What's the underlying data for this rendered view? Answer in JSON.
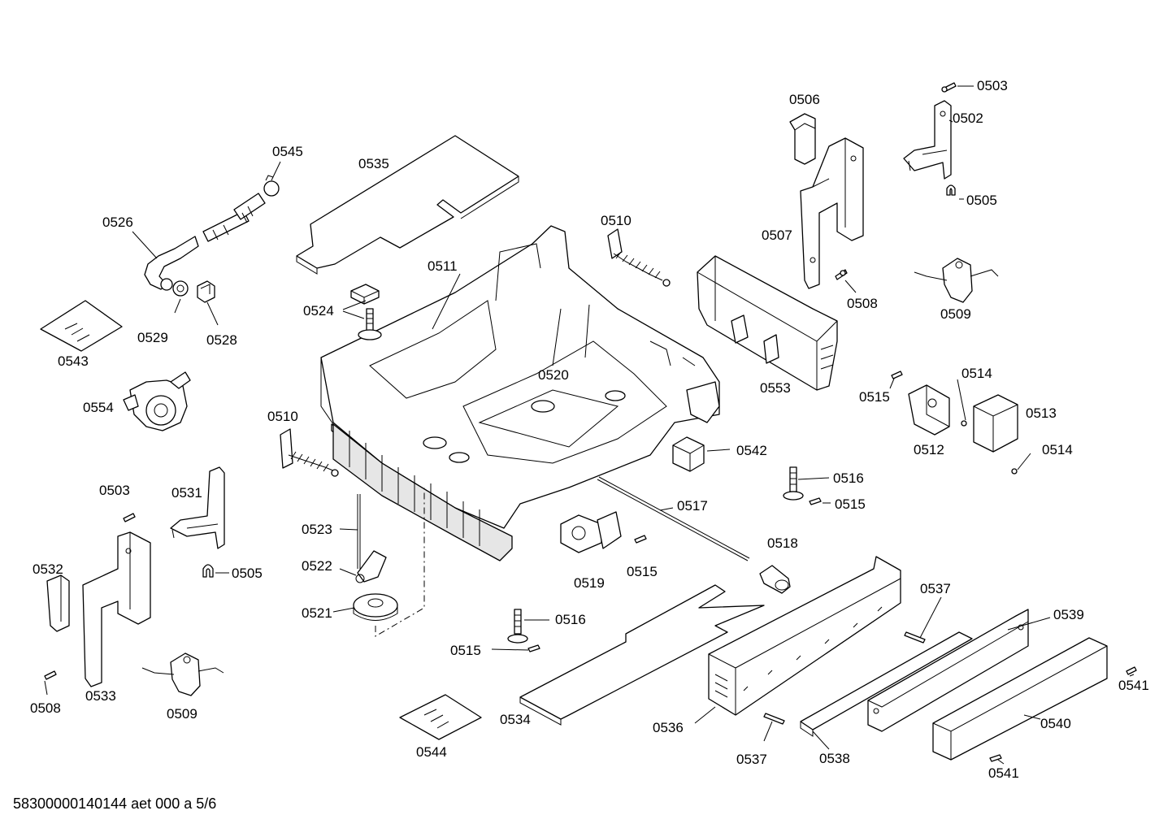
{
  "document_code": "58300000140144 aet 000 a 5/6",
  "labels": {
    "p0503a": "0503",
    "p0502": "0502",
    "p0506": "0506",
    "p0505a": "0505",
    "p0507": "0507",
    "p0508a": "0508",
    "p0509a": "0509",
    "p0545": "0545",
    "p0535": "0535",
    "p0526": "0526",
    "p0510a": "0510",
    "p0511": "0511",
    "p0524": "0524",
    "p0529": "0529",
    "p0528": "0528",
    "p0543": "0543",
    "p0553": "0553",
    "p0515a": "0515",
    "p0514a": "0514",
    "p0513": "0513",
    "p0512": "0512",
    "p0514b": "0514",
    "p0520": "0520",
    "p0554": "0554",
    "p0510b": "0510",
    "p0542": "0542",
    "p0516a": "0516",
    "p0515b": "0515",
    "p0503b": "0503",
    "p0531": "0531",
    "p0517": "0517",
    "p0523": "0523",
    "p0518": "0518",
    "p0522": "0522",
    "p0505b": "0505",
    "p0519": "0519",
    "p0515c": "0515",
    "p0532": "0532",
    "p0537a": "0537",
    "p0521": "0521",
    "p0516b": "0516",
    "p0539": "0539",
    "p0515d": "0515",
    "p0508b": "0508",
    "p0533": "0533",
    "p0541a": "0541",
    "p0509b": "0509",
    "p0534": "0534",
    "p0540": "0540",
    "p0536": "0536",
    "p0544": "0544",
    "p0537b": "0537",
    "p0538": "0538",
    "p0541b": "0541"
  }
}
